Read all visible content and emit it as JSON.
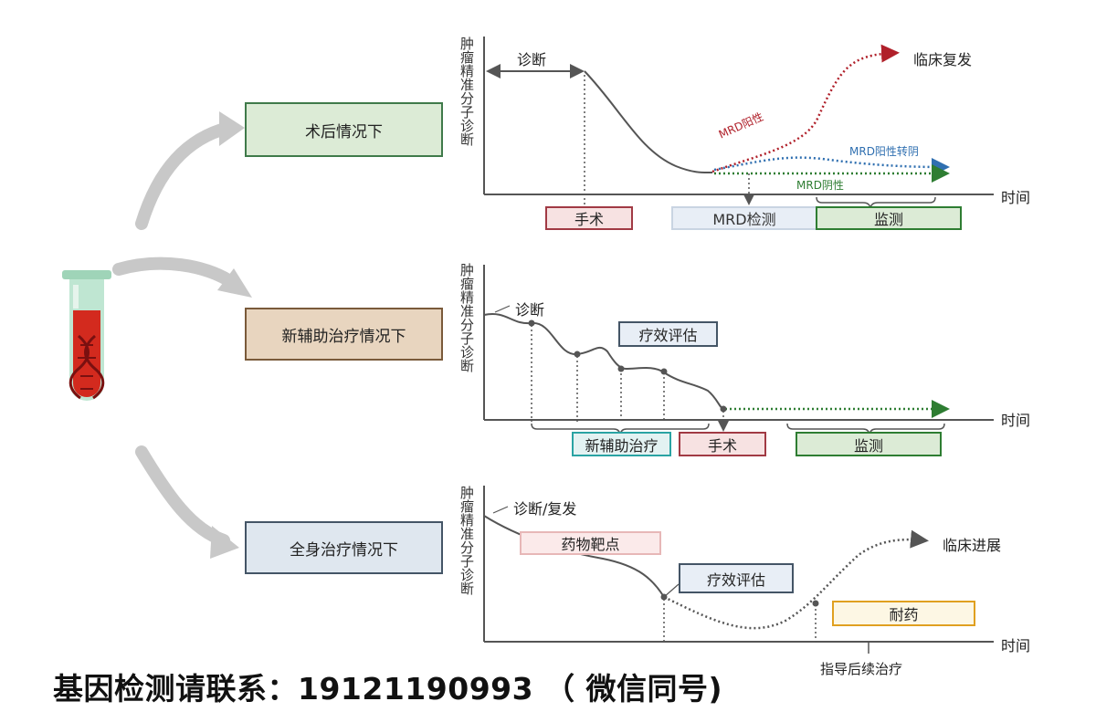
{
  "colors": {
    "axis": "#555555",
    "curve": "#555555",
    "red": "#b0202a",
    "blue": "#2f6fb0",
    "green": "#2e7d32",
    "arrow": "#c8c8c8"
  },
  "tube": {
    "icon": "test-tube-dna-icon"
  },
  "scenarios": [
    {
      "label": "术后情况下",
      "fill": "#dcebd6"
    },
    {
      "label": "新辅助治疗情况下",
      "fill": "#e8d5bf"
    },
    {
      "label": "全身治疗情况下",
      "fill": "#dfe7ef"
    }
  ],
  "axis": {
    "y_label": "肿瘤精准分子诊断",
    "x_label": "时间"
  },
  "panel1": {
    "diagnosis": "诊断",
    "relapse": "临床复发",
    "mrd_positive": "MRD阳性",
    "mrd_convert": "MRD阳性转阴",
    "mrd_negative": "MRD阴性",
    "surgery": "手术",
    "mrd_test": "MRD检测",
    "monitor": "监测"
  },
  "panel2": {
    "diagnosis": "诊断",
    "efficacy": "疗效评估",
    "neoadjuvant": "新辅助治疗",
    "surgery": "手术",
    "monitor": "监测"
  },
  "panel3": {
    "diagnosis": "诊断/复发",
    "target": "药物靶点",
    "efficacy": "疗效评估",
    "progression": "临床进展",
    "resistance": "耐药",
    "guide": "指导后续治疗"
  },
  "footer": "基因检测请联系：19121190993 （ 微信同号)"
}
